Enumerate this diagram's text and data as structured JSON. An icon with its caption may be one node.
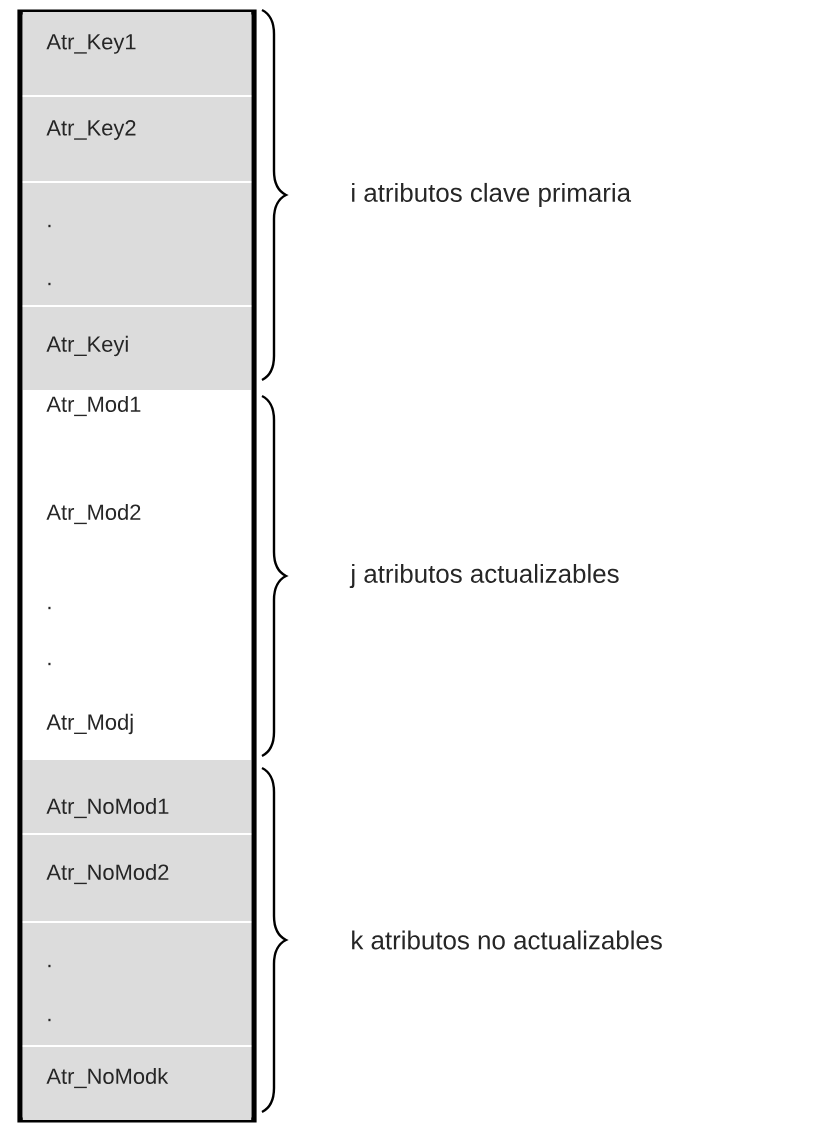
{
  "diagram": {
    "nodes": [
      {
        "text": [],
        "shape": "box"
      },
      {
        "text": [
          "Atr_Key1",
          "Atr_Key2",
          ".",
          ".",
          "Atr_Keyi"
        ],
        "in": 0,
        "beside": [
          "i atributos clave primaria"
        ]
      },
      {
        "text": [
          "Atr_Mod1",
          "Atr_Mod2",
          ".",
          ".",
          "Atr_Modj"
        ],
        "in": 0,
        "beside": [
          "j atributos actualizables"
        ]
      },
      {
        "text": [
          "Atr_NoMod1",
          "Atr_NoMod2",
          ".",
          ".",
          "Atr_NoModk"
        ],
        "in": 0,
        "beside": [
          "k atributos no actualizables"
        ]
      }
    ]
  }
}
